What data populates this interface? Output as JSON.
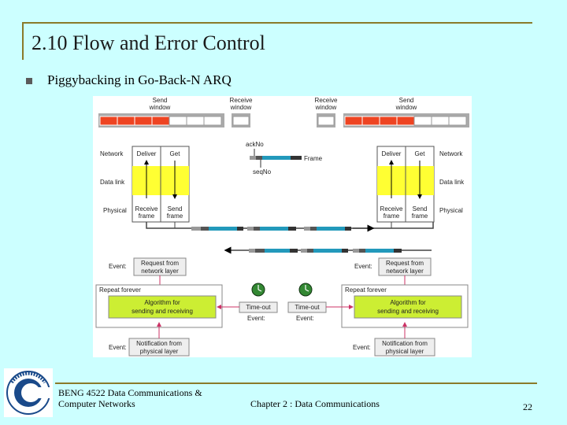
{
  "slide": {
    "title": "2.10 Flow and Error Control",
    "bullet_text": "Piggybacking in Go-Back-N ARQ"
  },
  "figure": {
    "send_window_label_left": [
      "Send",
      "window"
    ],
    "receive_window_label_left": [
      "Receive",
      "window"
    ],
    "receive_window_label_right": [
      "Receive",
      "window"
    ],
    "send_window_label_right": [
      "Send",
      "window"
    ],
    "layer_network": "Network",
    "layer_datalink": "Data link",
    "layer_physical": "Physical",
    "deliver": "Deliver",
    "get": "Get",
    "receive_frame": [
      "Receive",
      "frame"
    ],
    "send_frame": [
      "Send",
      "frame"
    ],
    "ackno": "ackNo",
    "frame": "Frame",
    "seqno": "seqNo",
    "event": "Event:",
    "request_from_network": [
      "Request from",
      "network layer"
    ],
    "repeat_forever": "Repeat forever",
    "algorithm": [
      "Algorithm for",
      "sending and receiving"
    ],
    "timeout": "Time-out",
    "notification_from_physical": [
      "Notification from",
      "physical layer"
    ],
    "colors": {
      "yellow": "#ffff33",
      "green": "#ccee33",
      "red": "#ee4422",
      "blue": "#2299bb",
      "pink": "#cc3366"
    }
  },
  "footer": {
    "course_line1": "BENG 4522 Data Communications &",
    "course_line2": "Computer Networks",
    "chapter": "Chapter 2 : Data Communications",
    "page_number": "22"
  },
  "logo": {
    "name": "university-logo",
    "arc_text": "UNIVERSITI TEKNIKAL MALAYSIA MELAKA"
  }
}
